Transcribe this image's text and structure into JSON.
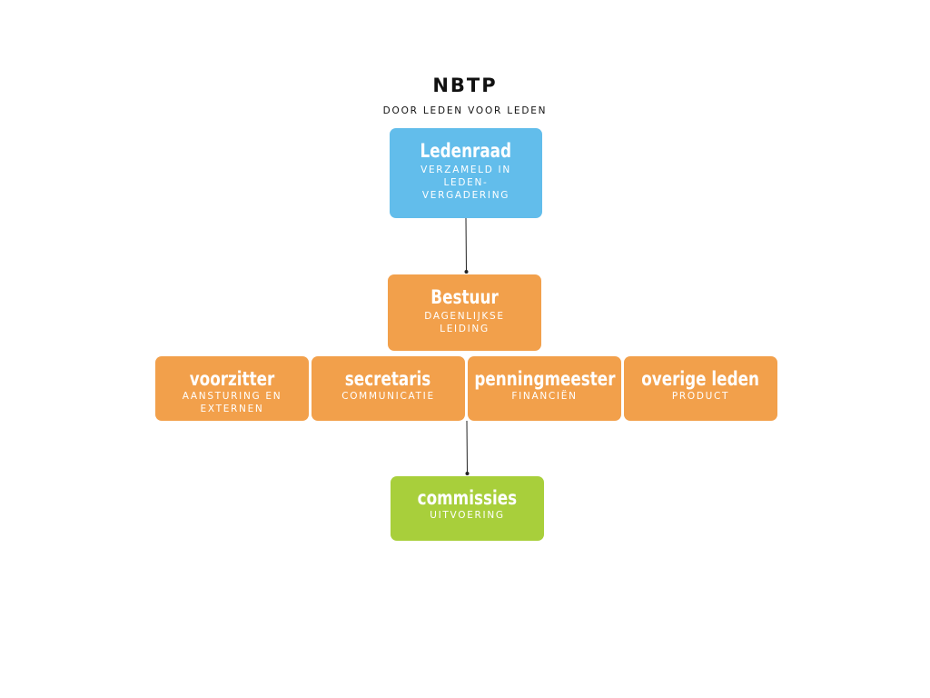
{
  "header": {
    "title": "NBTP",
    "subtitle": "DOOR LEDEN VOOR LEDEN"
  },
  "nodes": {
    "ledenraad": {
      "name": "Ledenraad",
      "role": "VERZAMELD IN LEDEN-VERGADERING"
    },
    "bestuur": {
      "name": "Bestuur",
      "role": "DAGENLIJKSE LEIDING"
    },
    "voorzitter": {
      "name": "voorzitter",
      "role": "AANSTURING EN EXTERNEN"
    },
    "secretaris": {
      "name": "secretaris",
      "role": "COMMUNICATIE"
    },
    "penningmeester": {
      "name": "penningmeester",
      "role": "FINANCIËN"
    },
    "overige": {
      "name": "overige leden",
      "role": "PRODUCT"
    },
    "commissies": {
      "name": "commissies",
      "role": "UITVOERING"
    }
  },
  "colors": {
    "ledenraad": "#62bdeb",
    "bestuur": "#f2a04b",
    "commissies": "#a8cf3b",
    "connector": "#222222"
  }
}
